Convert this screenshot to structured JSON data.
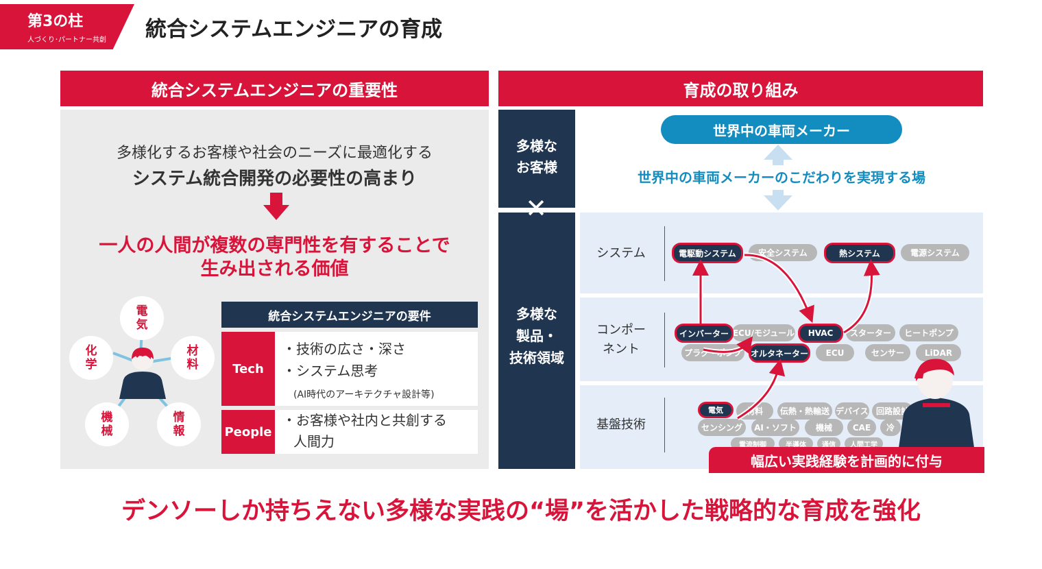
{
  "header": {
    "pillar_number": "第3の柱",
    "pillar_sub": "人づくり･パートナー共創",
    "title": "統合システムエンジニアの育成"
  },
  "left": {
    "heading": "統合システムエンジニアの重要性",
    "line1": "多様化するお客様や社会のニーズに最適化する",
    "line2": "システム統合開発の必要性の高まり",
    "highlight1": "一人の人間が複数の専門性を有することで",
    "highlight2": "生み出される価値",
    "disciplines": {
      "electric": "電\n気",
      "material": "材\n料",
      "info": "情\n報",
      "machine": "機\n械",
      "chemistry": "化\n学"
    },
    "requirements": {
      "heading": "統合システムエンジニアの要件",
      "tech_label": "Tech",
      "tech_item1": "・技術の広さ・深さ",
      "tech_item2": "・システム思考",
      "tech_note": "(AI時代のアーキテクチャ設計等)",
      "people_label": "People",
      "people_item1": "・お客様や社内と共創する",
      "people_item2": "人間力"
    }
  },
  "right": {
    "heading": "育成の取り組み",
    "customers_label": "多様な\nお客様",
    "times_symbol": "✕",
    "products_label": "多様な\n製品・\n技術領域",
    "automakers": "世界中の車両メーカー",
    "automakers_note": "世界中の車両メーカーのこだわりを実現する場",
    "rows": {
      "system": "システム",
      "component": "コンポー\nネント",
      "base": "基盤技術"
    },
    "system_tags": [
      "電駆動システム",
      "安全システム",
      "熱システム",
      "電源システム"
    ],
    "component_tags": [
      "インバーター",
      "ECU/モジュール",
      "HVAC",
      "スターター",
      "ヒートポンプ",
      "プラグ・ポンプ",
      "オルタネーター",
      "ECU",
      "センサー",
      "LiDAR"
    ],
    "base_tags": [
      "電気",
      "材料",
      "伝熱・熱輸送",
      "デバイス",
      "回路設計",
      "センシング",
      "AI・ソフト",
      "機械",
      "CAE",
      "冷",
      "電流制御",
      "半導体",
      "通信",
      "人間工学"
    ],
    "banner": "幅広い実践経験を計画的に付与"
  },
  "bottom_message": "デンソーしか持ちえない多様な実践の“場”を活かした戦略的な育成を強化",
  "colors": {
    "brand_red": "#d8143a",
    "navy": "#1f3550",
    "blue": "#138dc0"
  }
}
